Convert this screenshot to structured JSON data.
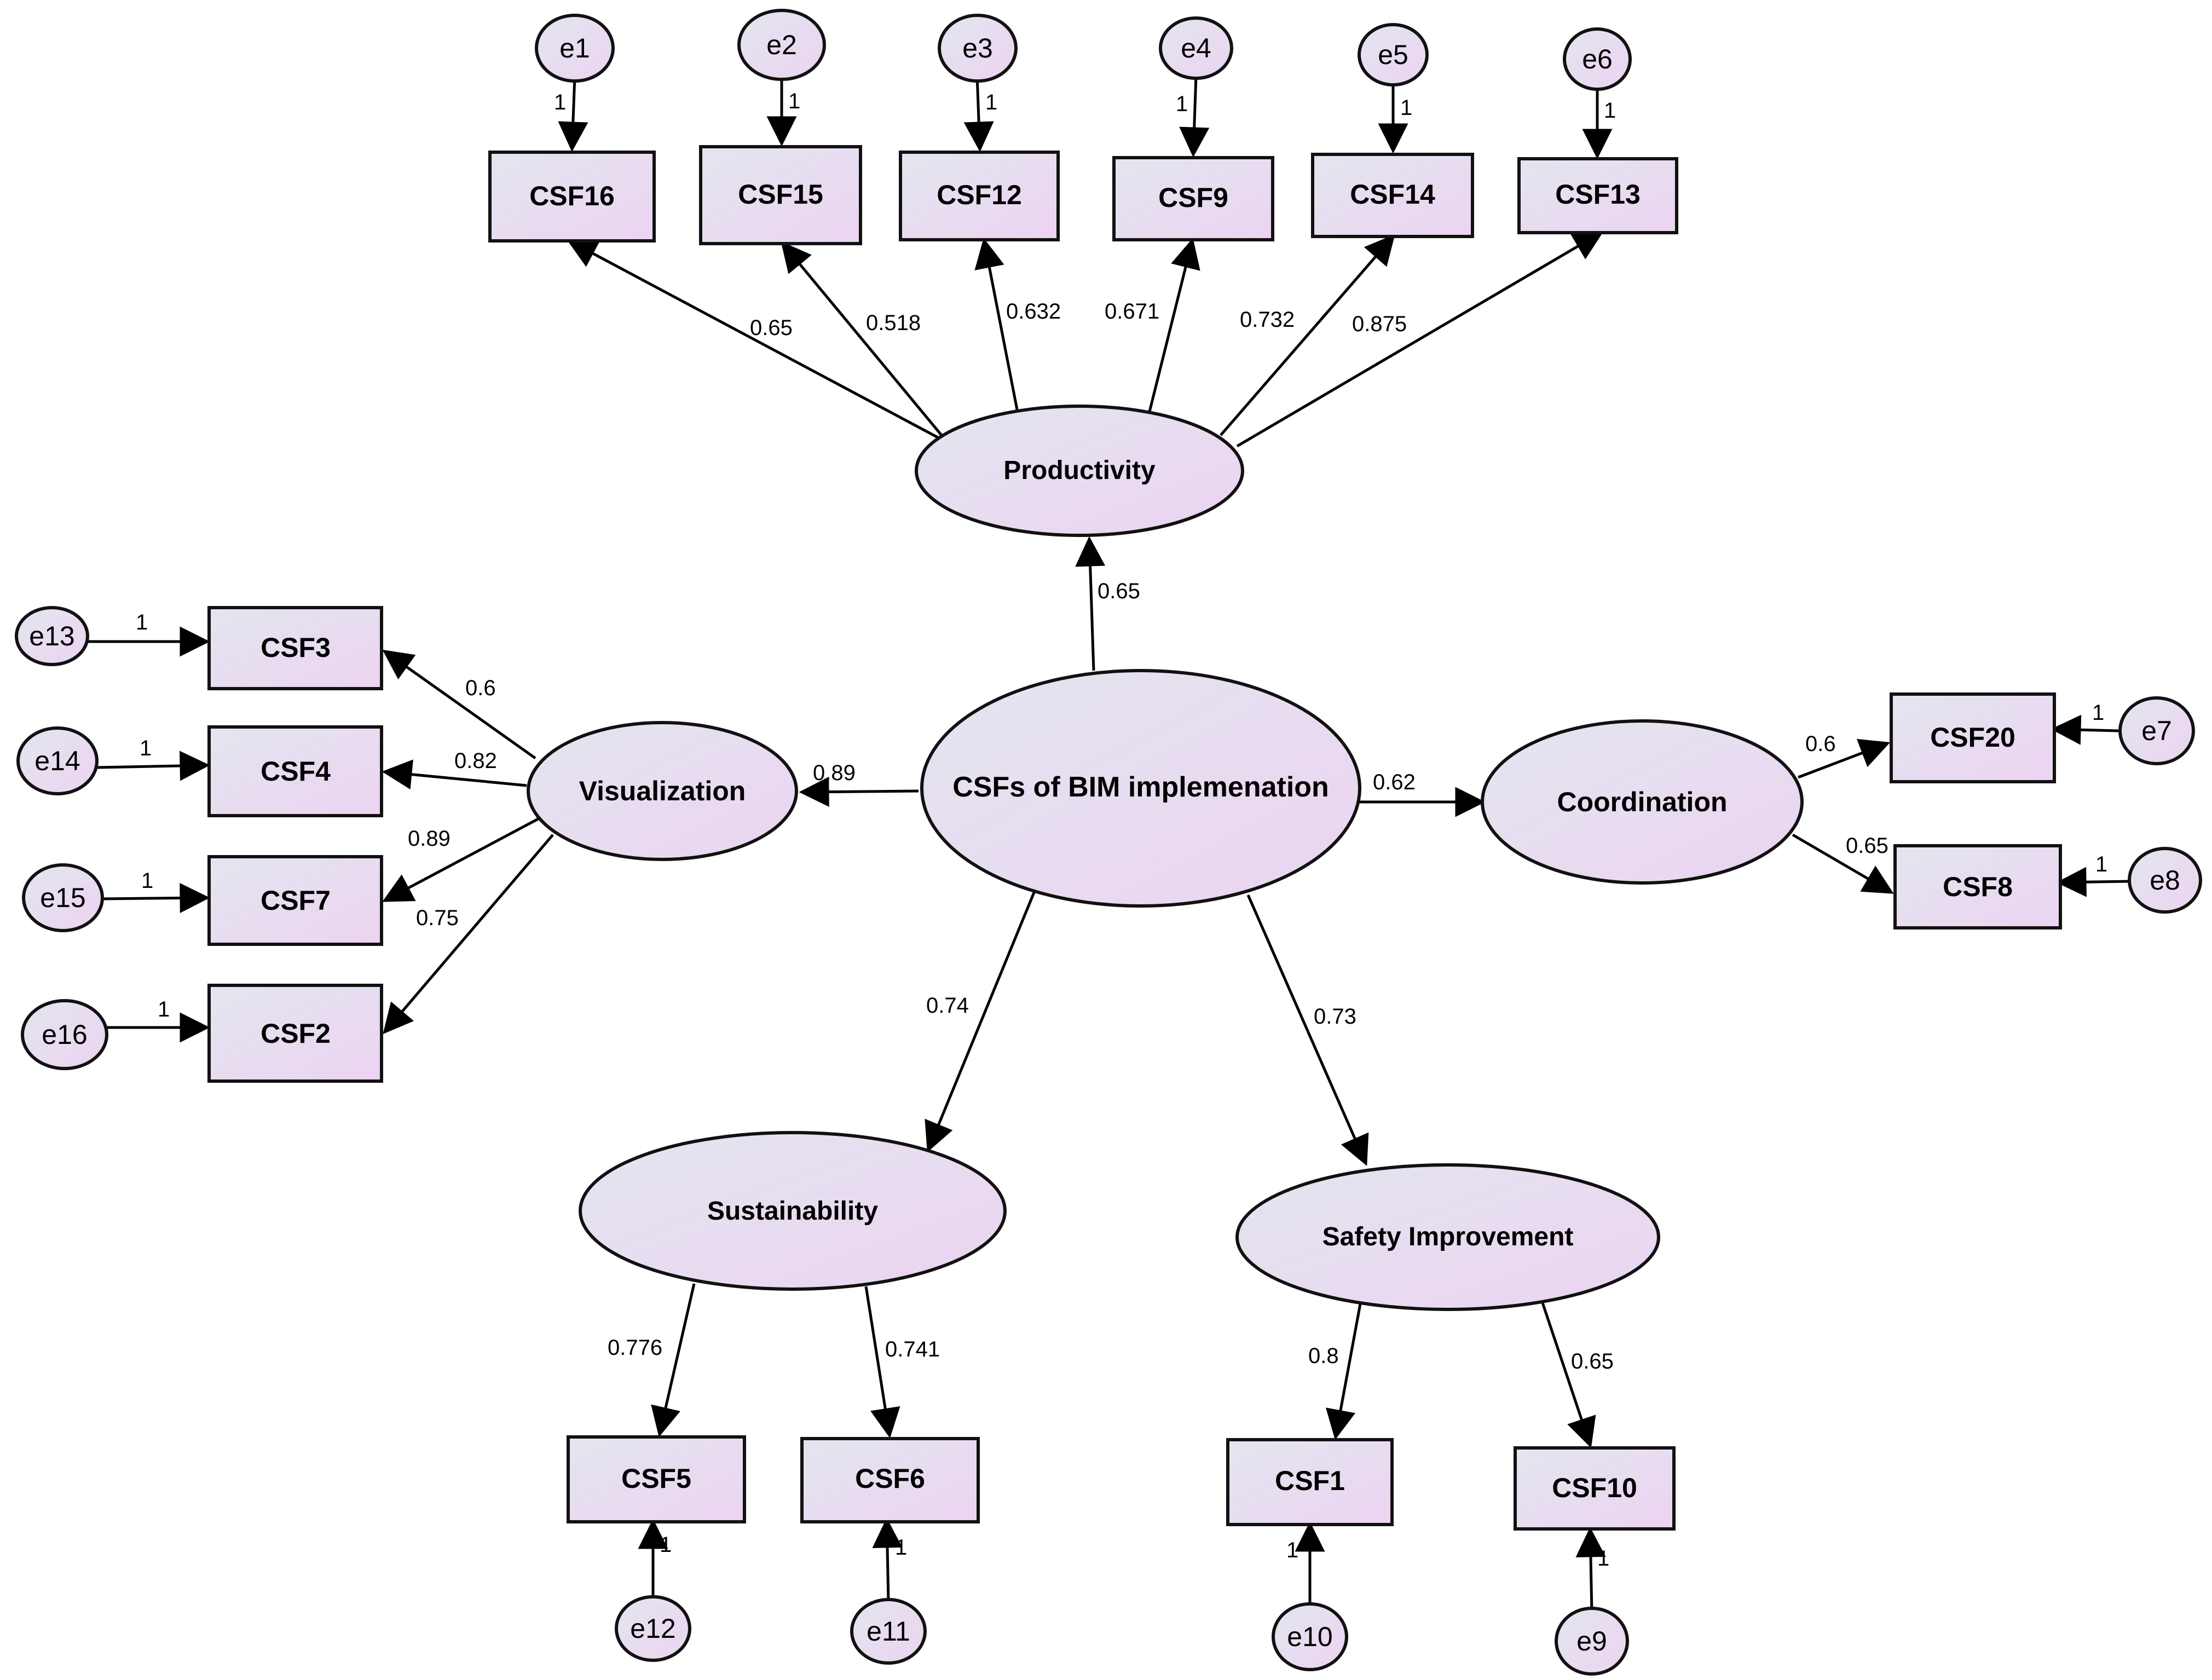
{
  "colors": {
    "node_fill_start": "#e3e6ee",
    "node_fill_end": "#ecd3f2",
    "stroke": "#111111",
    "background": "#ffffff"
  },
  "nodes": {
    "central": "CSFs of BIM implemenation",
    "productivity": "Productivity",
    "visualization": "Visualization",
    "coordination": "Coordination",
    "sustainability": "Sustainability",
    "safety": "Safety Improvement",
    "csf16": "CSF16",
    "csf15": "CSF15",
    "csf12": "CSF12",
    "csf9": "CSF9",
    "csf14": "CSF14",
    "csf13": "CSF13",
    "csf3": "CSF3",
    "csf4": "CSF4",
    "csf7": "CSF7",
    "csf2": "CSF2",
    "csf20": "CSF20",
    "csf8": "CSF8",
    "csf5": "CSF5",
    "csf6": "CSF6",
    "csf1": "CSF1",
    "csf10": "CSF10",
    "e1": "e1",
    "e2": "e2",
    "e3": "e3",
    "e4": "e4",
    "e5": "e5",
    "e6": "e6",
    "e7": "e7",
    "e8": "e8",
    "e9": "e9",
    "e10": "e10",
    "e11": "e11",
    "e12": "e12",
    "e13": "e13",
    "e14": "e14",
    "e15": "e15",
    "e16": "e16"
  },
  "coefficients": {
    "central_productivity": "0.65",
    "central_visualization": "0.89",
    "central_coordination": "0.62",
    "central_sustainability": "0.74",
    "central_safety": "0.73",
    "prod_csf16": "0.65",
    "prod_csf15": "0.518",
    "prod_csf12": "0.632",
    "prod_csf9": "0.671",
    "prod_csf14": "0.732",
    "prod_csf13": "0.875",
    "vis_csf3": "0.6",
    "vis_csf4": "0.82",
    "vis_csf7": "0.89",
    "vis_csf2": "0.75",
    "coord_csf20": "0.6",
    "coord_csf8": "0.65",
    "sus_csf5": "0.776",
    "sus_csf6": "0.741",
    "safety_csf1": "0.8",
    "safety_csf10": "0.65"
  },
  "error_loading": "1"
}
